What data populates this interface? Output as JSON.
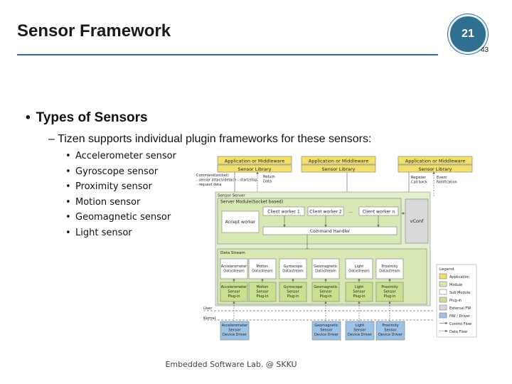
{
  "slide": {
    "title": "Sensor Framework",
    "badge": "21",
    "subpage": "43",
    "footer": "Embedded Software Lab. @ SKKU"
  },
  "content": {
    "bullet_l1": "Types of Sensors",
    "bullet_l2": "– Tizen supports individual plugin frameworks for these sensors:",
    "sensors": [
      "Accelerometer sensor",
      "Gyroscope sensor",
      "Proximity sensor",
      "Motion sensor",
      "Geomagnetic sensor",
      "Light sensor"
    ]
  },
  "diagram": {
    "apps": [
      {
        "top": "Application or Middleware",
        "bottom": "Sensor Library"
      },
      {
        "top": "Application or Middleware",
        "bottom": "Sensor Library"
      },
      {
        "top": "Application or Middleware",
        "bottom": "Sensor Library"
      }
    ],
    "annot_left": [
      "Command(socket)",
      "- sensor attach/detach - start/stop",
      "- request data"
    ],
    "annot_return": [
      "Return",
      "Data"
    ],
    "annot_reg": [
      "Register",
      "Call back"
    ],
    "annot_event": [
      "Event",
      "Notification"
    ],
    "sensor_server": "Sensor Server",
    "server_module": "Server Module(Socket based)",
    "client_workers": [
      "Client worker 1",
      "Client worker 2",
      "...",
      "Client worker n"
    ],
    "accept_worker": "Accept worker",
    "command_handler": "Command Handler",
    "vconf": "vConf",
    "data_stream": "Data Stream",
    "data_streams": [
      [
        "Accelerometer",
        "Datastream"
      ],
      [
        "Motion",
        "Datastream"
      ],
      [
        "Gyroscope",
        "Datastream"
      ],
      [
        "Geomagnetic",
        "Datastream"
      ],
      [
        "Light",
        "Datastream"
      ],
      [
        "Proximity",
        "Datastream"
      ]
    ],
    "plugins": [
      [
        "Accelerometer",
        "Sensor",
        "Plug-in"
      ],
      [
        "Motion",
        "Sensor",
        "Plug-in"
      ],
      [
        "Gyroscope",
        "Sensor",
        "Plug-in"
      ],
      [
        "Geomagnetic",
        "Sensor",
        "Plug-in"
      ],
      [
        "Light",
        "Sensor",
        "Plug-in"
      ],
      [
        "Proximity",
        "Sensor",
        "Plug-in"
      ]
    ],
    "user_label": "User",
    "kernel_label": "Kernel",
    "drivers": [
      [
        "Accelerometer",
        "Sensor",
        "Device Driver"
      ],
      [
        "Geomagnetic",
        "Sensor",
        "Device Driver"
      ],
      [
        "Light",
        "Sensor",
        "Device Driver"
      ],
      [
        "Proximity",
        "Sensor",
        "Device Driver"
      ]
    ],
    "legend_title": "Legend",
    "legend_items": [
      "Application",
      "Module",
      "Sub Module",
      "Plug-in",
      "External FW",
      "HW / Driver",
      "Control Flow",
      "Data Flow"
    ],
    "colors": {
      "app": "#f2e06a",
      "lib": "#f2e06a",
      "module": "#d7e8b5",
      "submodule": "#ffffff",
      "plugin": "#c9e08f",
      "external": "#d9d9d9",
      "driver": "#9cc2e5",
      "server_bg": "#e2efcf"
    }
  }
}
